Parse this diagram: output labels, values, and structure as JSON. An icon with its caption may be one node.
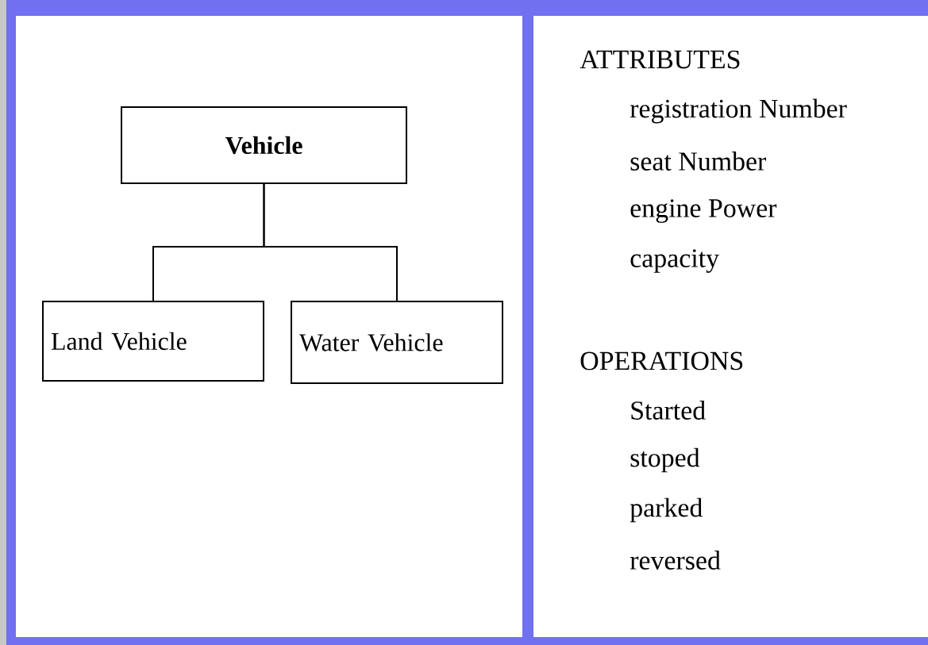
{
  "diagram": {
    "nodes": [
      {
        "text": [
          "Vehicle"
        ]
      },
      {
        "text": [
          "Land Vehicle"
        ]
      },
      {
        "text": [
          "Water Vehicle"
        ]
      }
    ],
    "edges": [
      {
        "from": 0,
        "to": 1,
        "arrow": "none"
      },
      {
        "from": 0,
        "to": 2,
        "arrow": "none"
      }
    ],
    "labels": [
      "ATTRIBUTES",
      "registration Number",
      "seat Number",
      "engine Power",
      "capacity",
      "OPERATIONS",
      "Started",
      "stoped",
      "parked",
      "reversed"
    ]
  }
}
